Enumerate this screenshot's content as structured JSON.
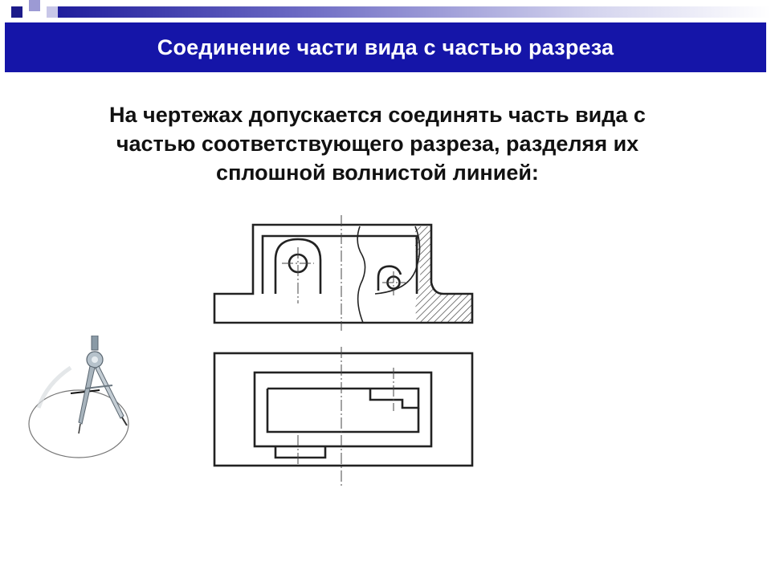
{
  "slide": {
    "title": "Соединение части вида с частью разреза",
    "body_lines": [
      "На чертежах допускается соединять часть вида с",
      "частью соответствующего разреза, разделяя их",
      "сплошной волнистой линией:"
    ]
  },
  "colors": {
    "title_bar": "#1515a8",
    "title_text": "#ffffff",
    "body_text": "#111111",
    "drawing_lines": "#222222"
  },
  "icons": {
    "drawing": "technical-drawing-view-section-icon",
    "compass": "drafting-compass-icon"
  }
}
